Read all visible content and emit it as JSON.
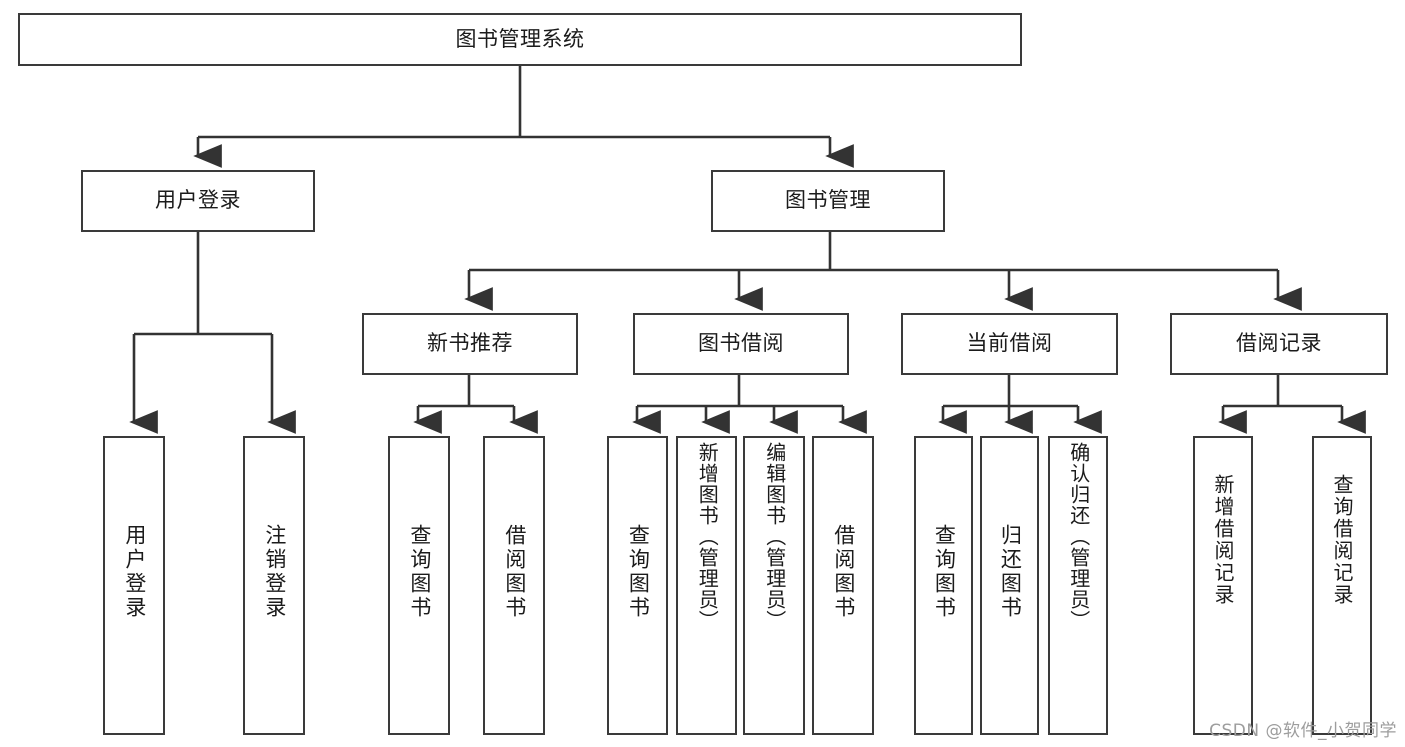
{
  "diagram": {
    "type": "tree-hierarchy",
    "title": "图书管理系统",
    "watermark": "CSDN @软件_小贺同学",
    "colors": {
      "box_border": "#3a3a3a",
      "box_fill": "#ffffff",
      "connector": "#333333",
      "text": "#1b1b1b",
      "watermark": "#9d9d9d",
      "background": "#ffffff"
    },
    "nodes": {
      "root": {
        "label": "图书管理系统",
        "level": 1,
        "orientation": "horizontal"
      },
      "l2": [
        {
          "id": "user-login",
          "label": "用户登录",
          "level": 2,
          "orientation": "horizontal"
        },
        {
          "id": "book-manage",
          "label": "图书管理",
          "level": 2,
          "orientation": "horizontal"
        }
      ],
      "l3": [
        {
          "id": "new-book-recommend",
          "label": "新书推荐",
          "level": 3,
          "orientation": "horizontal",
          "parent": "book-manage"
        },
        {
          "id": "book-borrow",
          "label": "图书借阅",
          "level": 3,
          "orientation": "horizontal",
          "parent": "book-manage"
        },
        {
          "id": "current-borrow",
          "label": "当前借阅",
          "level": 3,
          "orientation": "horizontal",
          "parent": "book-manage"
        },
        {
          "id": "borrow-record",
          "label": "借阅记录",
          "level": 3,
          "orientation": "horizontal",
          "parent": "book-manage"
        }
      ],
      "leaves": [
        {
          "id": "leaf-user-login",
          "label": "用户登录",
          "parent": "user-login",
          "orientation": "vertical"
        },
        {
          "id": "leaf-user-logout",
          "label": "注销登录",
          "parent": "user-login",
          "orientation": "vertical"
        },
        {
          "id": "leaf-query-book-1",
          "label": "查询图书",
          "parent": "new-book-recommend",
          "orientation": "vertical"
        },
        {
          "id": "leaf-borrow-book-1",
          "label": "借阅图书",
          "parent": "new-book-recommend",
          "orientation": "vertical"
        },
        {
          "id": "leaf-query-book-2",
          "label": "查询图书",
          "parent": "book-borrow",
          "orientation": "vertical"
        },
        {
          "id": "leaf-add-book",
          "label": "新增图书（管理员）",
          "parent": "book-borrow",
          "orientation": "vertical"
        },
        {
          "id": "leaf-edit-book",
          "label": "编辑图书（管理员）",
          "parent": "book-borrow",
          "orientation": "vertical"
        },
        {
          "id": "leaf-borrow-book-2",
          "label": "借阅图书",
          "parent": "book-borrow",
          "orientation": "vertical"
        },
        {
          "id": "leaf-query-book-3",
          "label": "查询图书",
          "parent": "current-borrow",
          "orientation": "vertical"
        },
        {
          "id": "leaf-return-book",
          "label": "归还图书",
          "parent": "current-borrow",
          "orientation": "vertical"
        },
        {
          "id": "leaf-confirm-return",
          "label": "确认归还（管理员）",
          "parent": "current-borrow",
          "orientation": "vertical"
        },
        {
          "id": "leaf-add-record",
          "label": "新增借阅记录",
          "parent": "borrow-record",
          "orientation": "vertical"
        },
        {
          "id": "leaf-query-record",
          "label": "查询借阅记录",
          "parent": "borrow-record",
          "orientation": "vertical"
        }
      ]
    }
  }
}
